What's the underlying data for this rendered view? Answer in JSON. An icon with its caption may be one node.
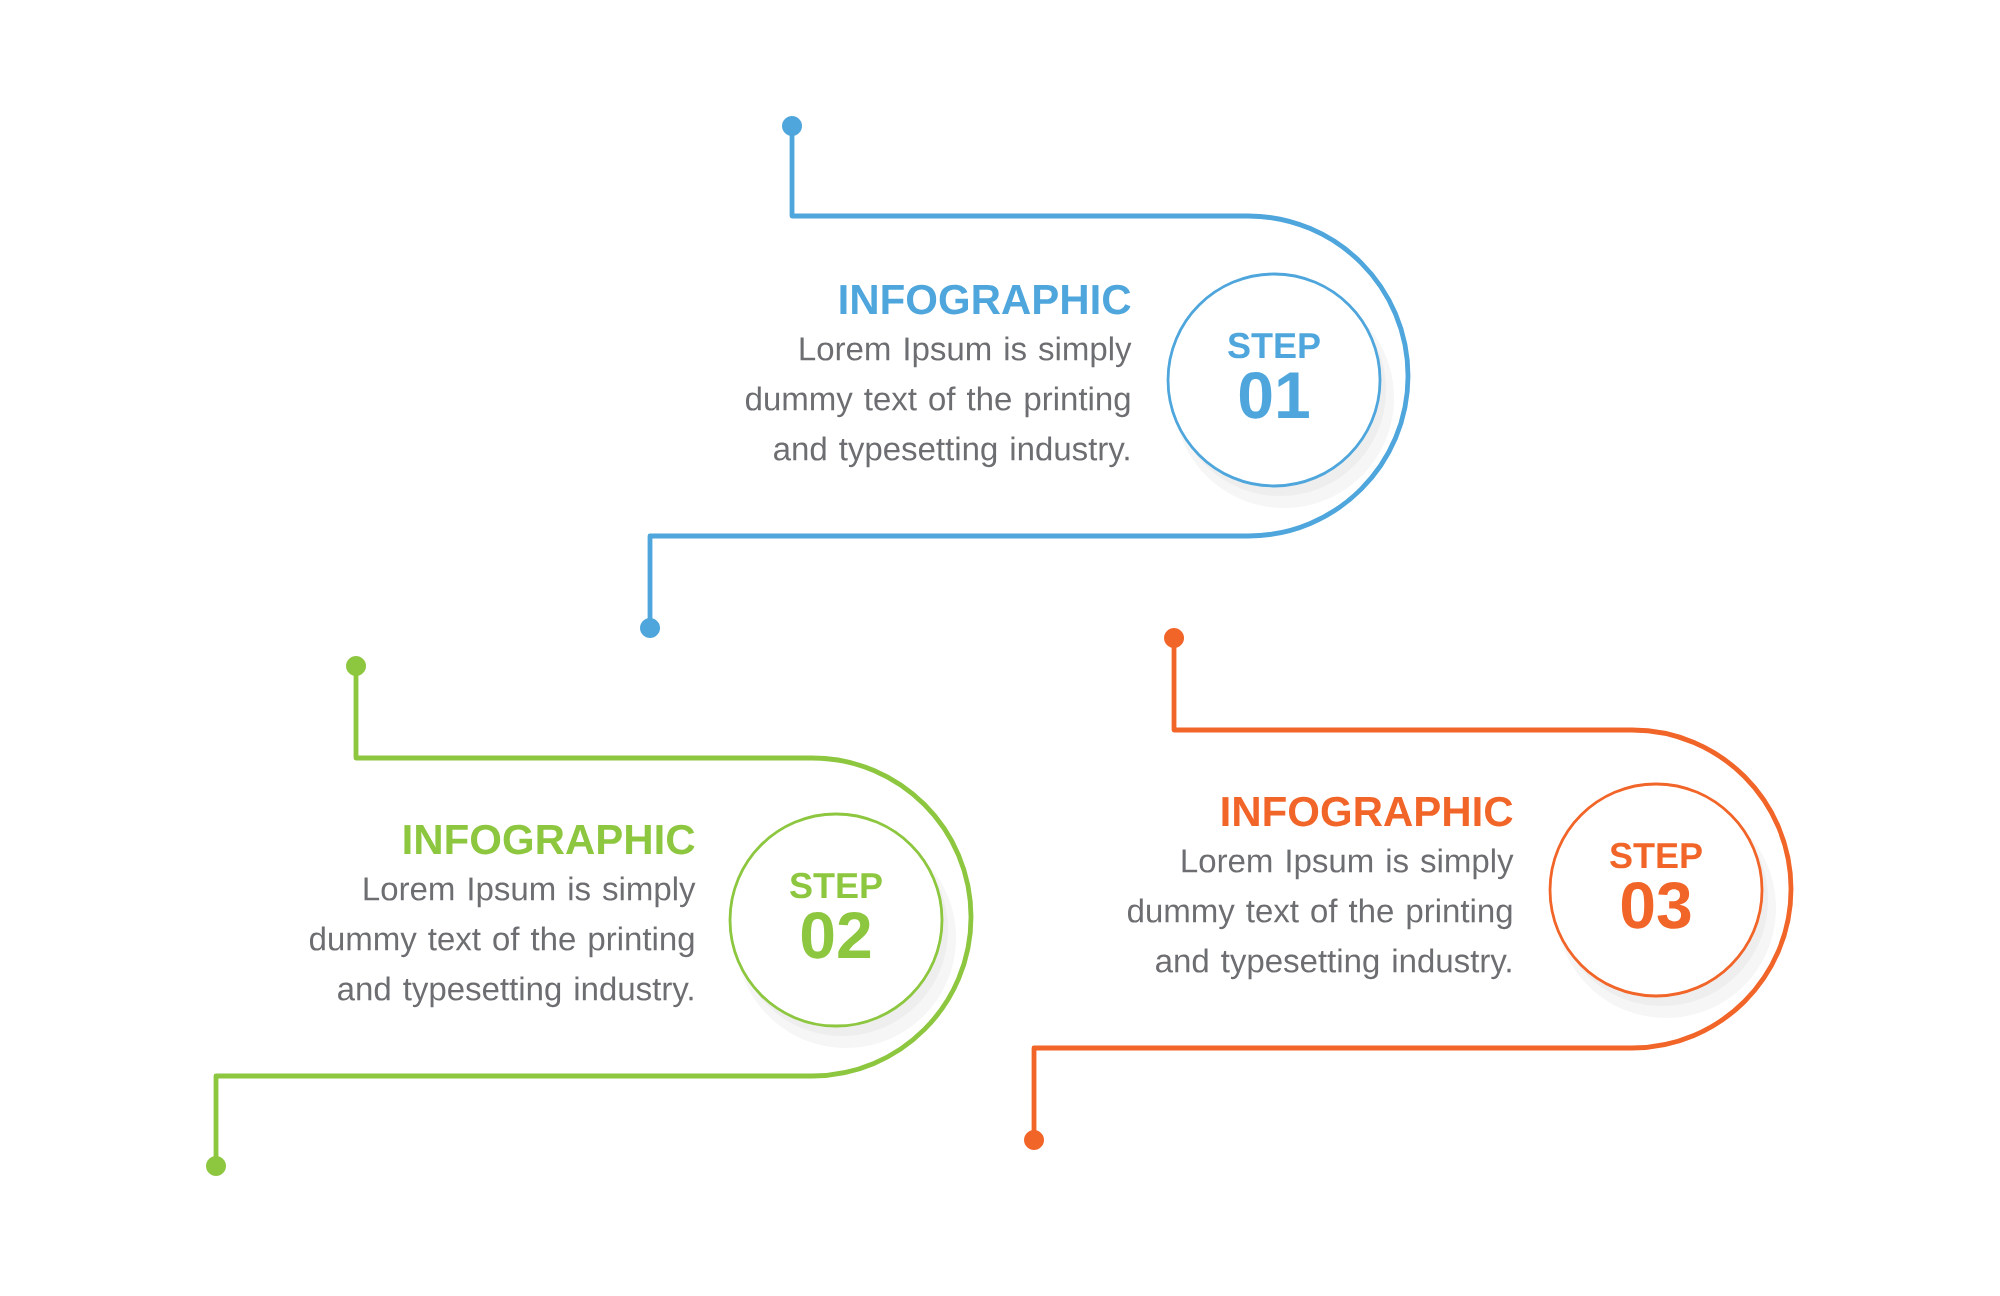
{
  "diagram": {
    "nodes": [
      {
        "text": [
          "STEP",
          "01"
        ],
        "beside": [
          "INFOGRAPHIC",
          "Lorem Ipsum is simply dummy text of the printing and typesetting industry."
        ]
      },
      {
        "text": [
          "STEP",
          "02"
        ],
        "beside": [
          "INFOGRAPHIC",
          "Lorem Ipsum is simply dummy text of the printing and typesetting industry."
        ]
      },
      {
        "text": [
          "STEP",
          "03"
        ],
        "beside": [
          "INFOGRAPHIC",
          "Lorem Ipsum is simply dummy text of the printing and typesetting industry."
        ]
      }
    ]
  }
}
